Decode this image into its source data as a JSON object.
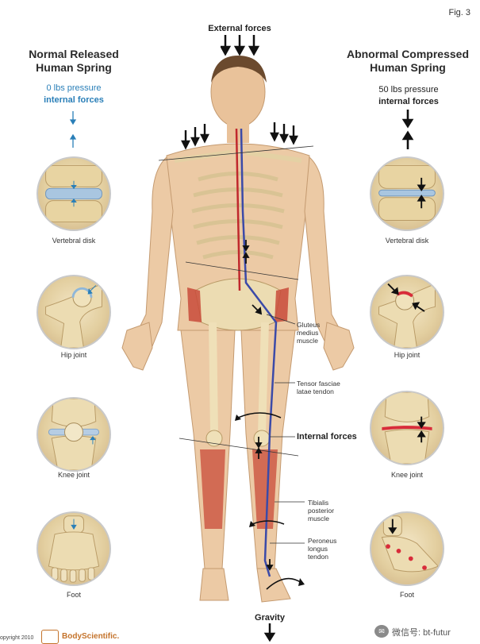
{
  "figure_label": "Fig. 3",
  "top": {
    "title": "External forces"
  },
  "left_panel": {
    "heading_line1": "Normal Released",
    "heading_line2": "Human Spring",
    "pressure_value": "0 lbs pressure",
    "pressure_type": "internal forces",
    "insets": [
      {
        "caption": "Vertebral disk"
      },
      {
        "caption": "Hip joint"
      },
      {
        "caption": "Knee joint"
      },
      {
        "caption": "Foot"
      }
    ]
  },
  "right_panel": {
    "heading_line1": "Abnormal Compressed",
    "heading_line2": "Human Spring",
    "pressure_value": "50 lbs pressure",
    "pressure_type": "internal forces",
    "insets": [
      {
        "caption": "Vertebral disk"
      },
      {
        "caption": "Hip joint"
      },
      {
        "caption": "Knee joint"
      },
      {
        "caption": "Foot"
      }
    ]
  },
  "annotations": {
    "gluteus_1": "Gluteus",
    "gluteus_2": "medius",
    "gluteus_3": "muscle",
    "tensor_1": "Tensor fasciae",
    "tensor_2": "latae tendon",
    "internal_forces": "Internal forces",
    "tibialis_1": "Tibialis",
    "tibialis_2": "posterior",
    "tibialis_3": "muscle",
    "peroneus_1": "Peroneus",
    "peroneus_2": "longus",
    "peroneus_3": "tendon"
  },
  "bottom": {
    "title": "Gravity"
  },
  "footer": {
    "copyright": "opyright 2010",
    "brand": "BodyScientific.",
    "watermark": "微信号: bt-futur"
  },
  "colors": {
    "accent_blue": "#2a7fb8",
    "line_blue": "#3b4aa8",
    "line_red": "#c0282d",
    "skin": "#e9c29a",
    "bone": "#efe0b8",
    "muscle": "#c94b3a",
    "compression_red": "#d82c3a"
  }
}
